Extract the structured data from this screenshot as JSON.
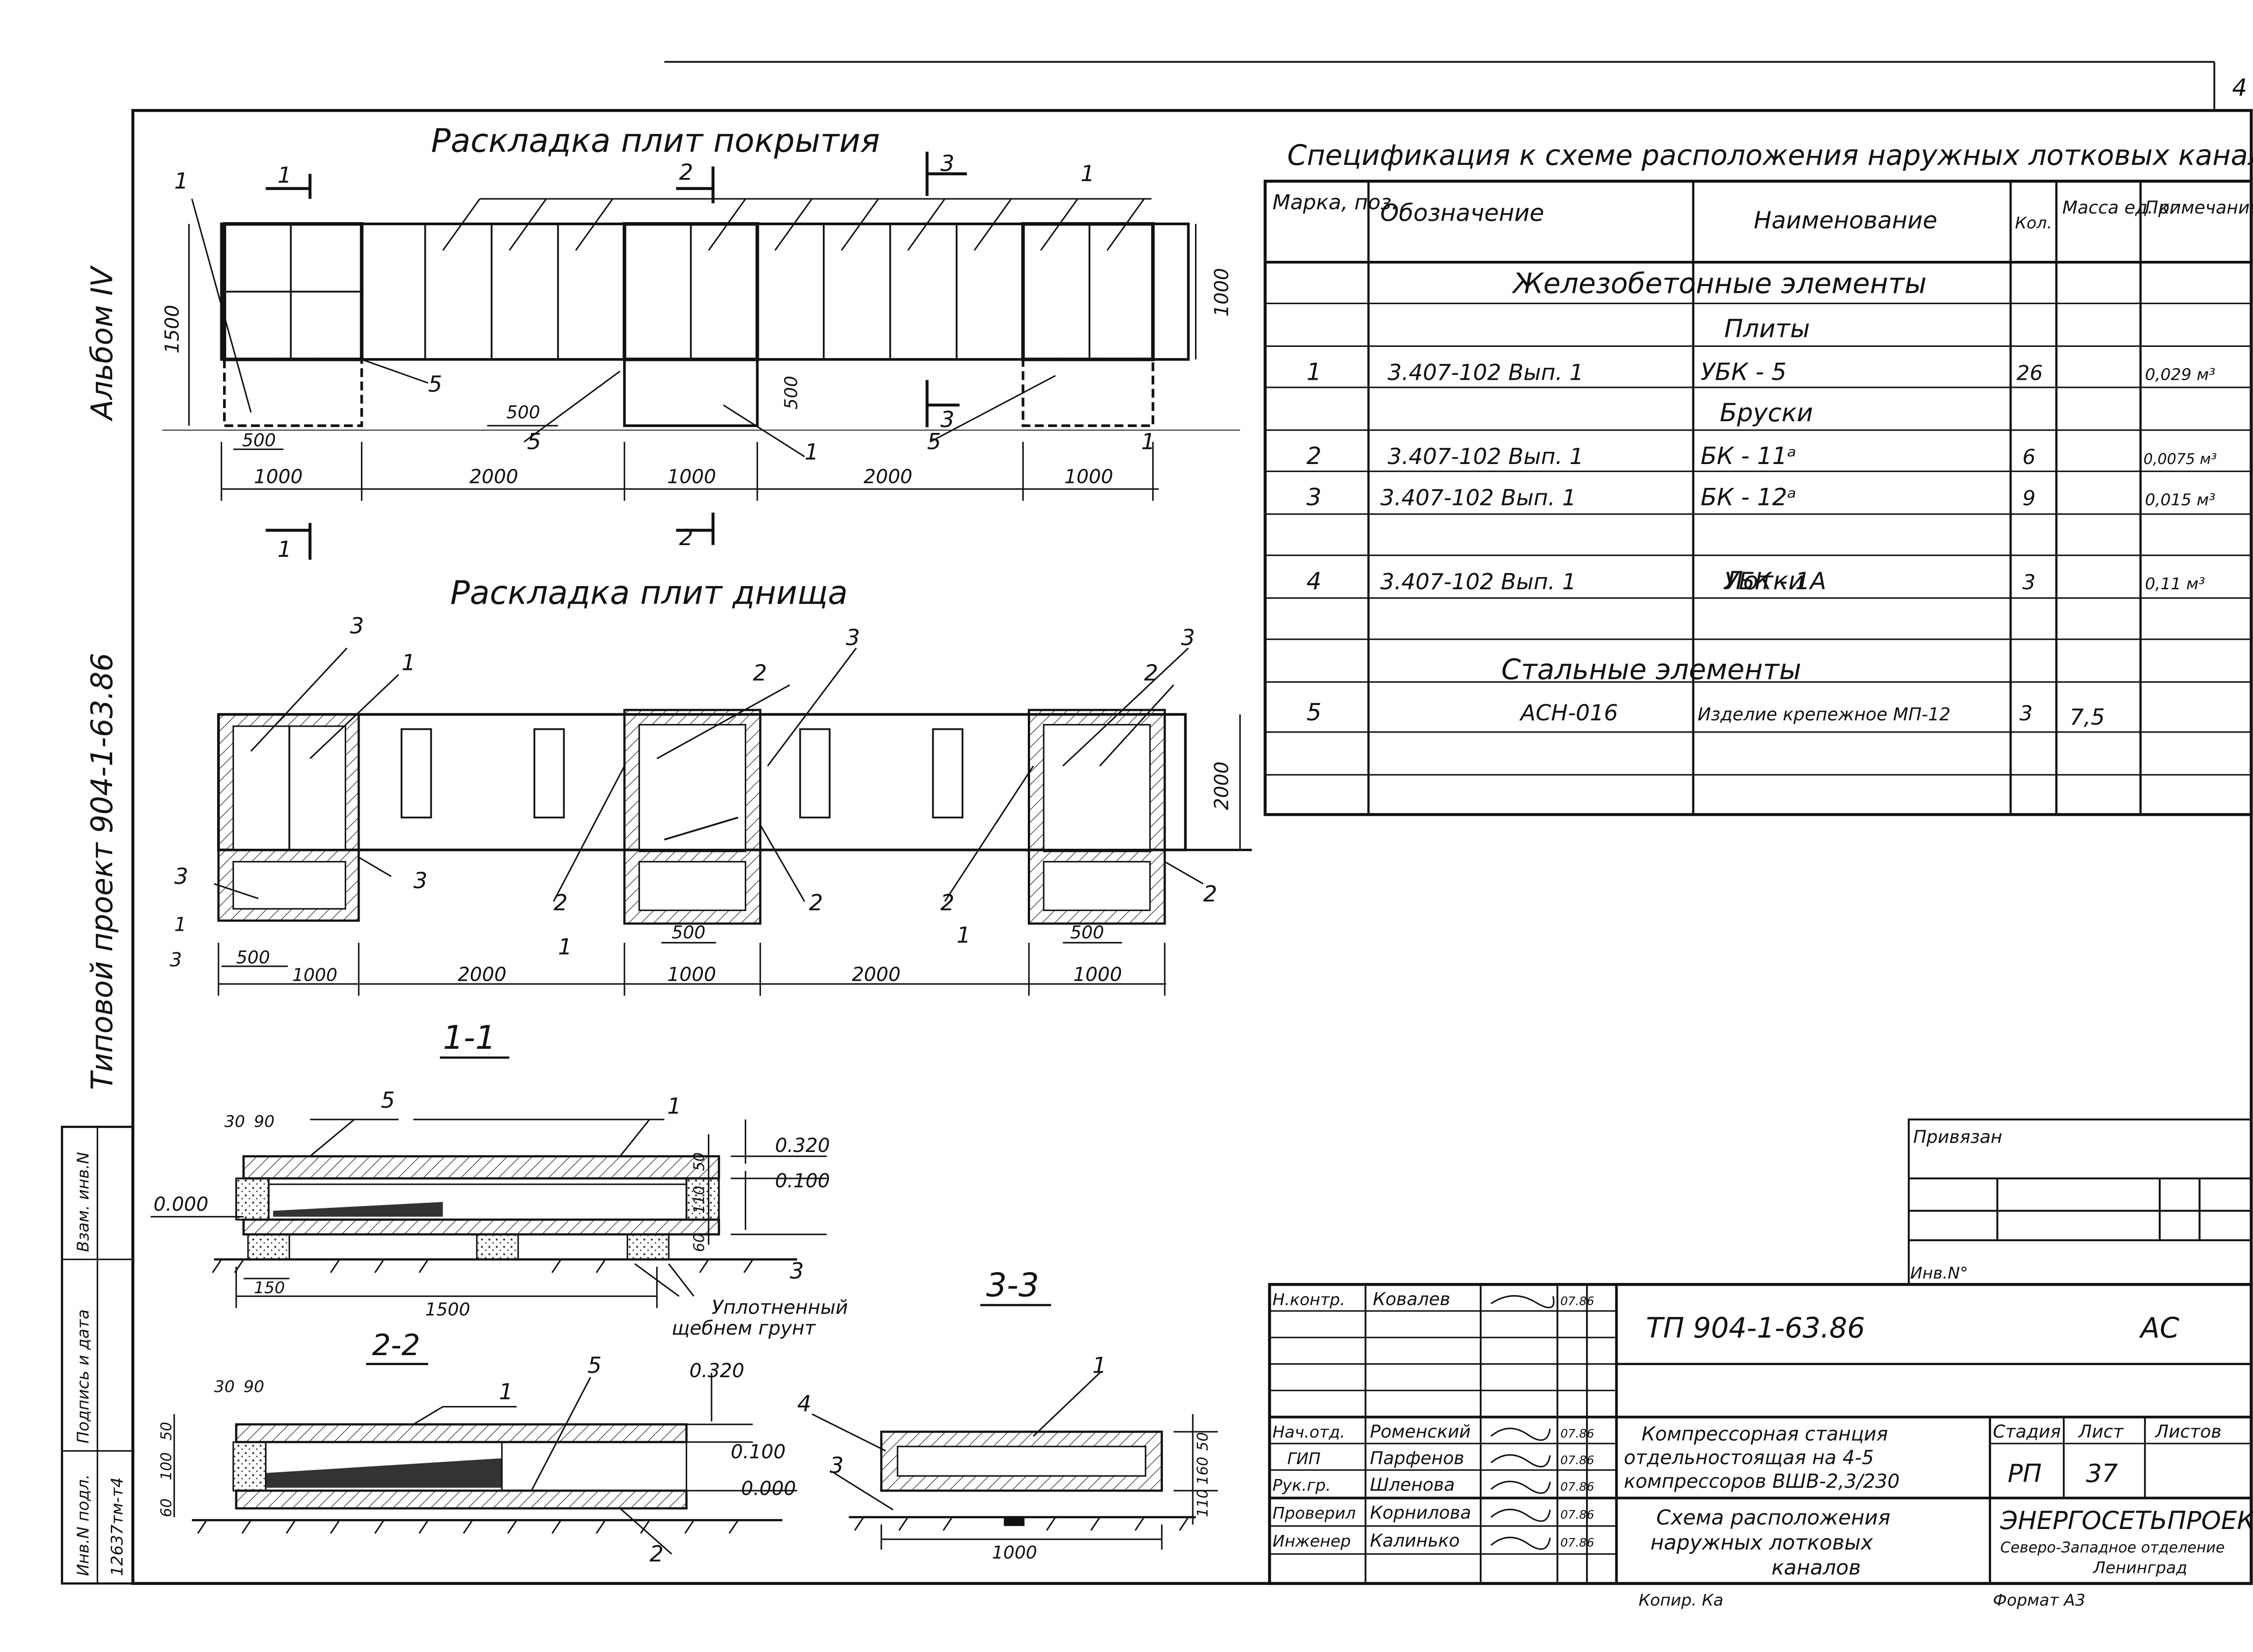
{
  "sheet_number": "4",
  "plan_cover": {
    "title": "Раскладка плит покрытия",
    "section_marks": [
      "1",
      "2",
      "3"
    ],
    "position_labels": [
      "1",
      "1",
      "5",
      "5",
      "1",
      "5",
      "1"
    ],
    "dims_bottom": [
      "1000",
      "2000",
      "1000",
      "2000",
      "1000"
    ],
    "dim_500_a": "500",
    "dim_500_b": "500",
    "dim_500_c": "500",
    "dim_height_left": "1500",
    "dim_height_right": "1000"
  },
  "plan_bottom": {
    "title": "Раскладка плит днища",
    "position_labels": [
      "3",
      "1",
      "2",
      "3",
      "2",
      "3",
      "3",
      "3",
      "1",
      "3",
      "2",
      "1",
      "2",
      "2",
      "1",
      "2"
    ],
    "dims_bottom": [
      "1000",
      "2000",
      "1000",
      "2000",
      "1000"
    ],
    "dim_500_a": "500",
    "dim_500_b": "500",
    "dim_500_c": "500",
    "dim_height_right": "2000"
  },
  "section_1_1": {
    "title": "1-1",
    "levels": [
      "0.320",
      "0.100",
      "0.000"
    ],
    "dims": [
      "30",
      "90",
      "150",
      "1500",
      "50",
      "110",
      "60"
    ],
    "labels": [
      "5",
      "1",
      "3"
    ],
    "note_line1": "Уплотненный",
    "note_line2": "щебнем грунт"
  },
  "section_2_2": {
    "title": "2-2",
    "levels": [
      "0.320",
      "0.100",
      "0.000"
    ],
    "dims": [
      "30",
      "90",
      "50",
      "100",
      "60"
    ],
    "labels": [
      "1",
      "5",
      "2"
    ]
  },
  "section_3_3": {
    "title": "3-3",
    "labels": [
      "4",
      "3",
      "1"
    ],
    "dims": [
      "1000",
      "50",
      "160",
      "110"
    ]
  },
  "specification": {
    "title": "Спецификация к схеме расположения наружных лотковых каналов",
    "headers": [
      "Марка, поз.",
      "Обозначение",
      "Наименование",
      "Кол.",
      "Масса ед. кг",
      "Примечание"
    ],
    "group_concrete": "Железобетонные элементы",
    "group_steel": "Стальные элементы",
    "sub_plates": "Плиты",
    "sub_bars": "Бруски",
    "sub_trays": "Лотки",
    "rows": [
      {
        "pos": "1",
        "designation": "3.407-102  Вып. 1",
        "name": "УБК - 5",
        "qty": "26",
        "mass": "",
        "note": "0,029 м³"
      },
      {
        "pos": "2",
        "designation": "3.407-102  Вып. 1",
        "name": "БК - 11ᵃ",
        "qty": "6",
        "mass": "",
        "note": "0,0075 м³"
      },
      {
        "pos": "3",
        "designation": "3.407-102  Вып. 1",
        "name": "БК - 12ᵃ",
        "qty": "9",
        "mass": "",
        "note": "0,015 м³"
      },
      {
        "pos": "4",
        "designation": "3.407-102  Вып. 1",
        "name": "УБК - 1А",
        "qty": "3",
        "mass": "",
        "note": "0,11 м³"
      },
      {
        "pos": "5",
        "designation": "АСН-016",
        "name": "Изделие крепежное МП-12",
        "qty": "3",
        "mass": "7,5",
        "note": ""
      }
    ]
  },
  "side_labels": {
    "album": "Альбом IV",
    "project": "Типовой проект  904-1-63.86",
    "stamp_cols": [
      "Инв.N подл.",
      "Подпись и дата",
      "Взам. инв.N"
    ],
    "inv_number": "12637тм-т4"
  },
  "binding": {
    "label": "Привязан",
    "inv_label": "Инв.N°"
  },
  "title_block": {
    "code": "ТП   904-1-63.86",
    "mark": "АС",
    "object_line1": "Компрессорная станция",
    "object_line2": "отдельностоящая на 4-5",
    "object_line3": "компрессоров ВШВ-2,3/230",
    "sheet_title_line1": "Схема расположения",
    "sheet_title_line2": "наружных лотковых",
    "sheet_title_line3": "каналов",
    "stage_label": "Стадия",
    "sheet_label": "Лист",
    "sheets_label": "Листов",
    "stage": "РП",
    "sheet": "37",
    "org_line1": "ЭНЕРГОСЕТЬПРОЕКТ",
    "org_line2": "Северо-Западное отделение",
    "org_line3": "Ленинград",
    "people": [
      {
        "role": "Н.контр.",
        "name": "Ковалев",
        "date": "07.86"
      },
      {
        "role": "Нач.отд.",
        "name": "Роменский",
        "date": "07.86"
      },
      {
        "role": "ГИП",
        "name": "Парфенов",
        "date": "07.86"
      },
      {
        "role": "Рук.гр.",
        "name": "Шленова",
        "date": "07.86"
      },
      {
        "role": "Проверил",
        "name": "Корнилова",
        "date": "07.86"
      },
      {
        "role": "Инженер",
        "name": "Калинько",
        "date": "07.86"
      }
    ],
    "copied": "Копир. Ка",
    "format": "Формат А3"
  }
}
